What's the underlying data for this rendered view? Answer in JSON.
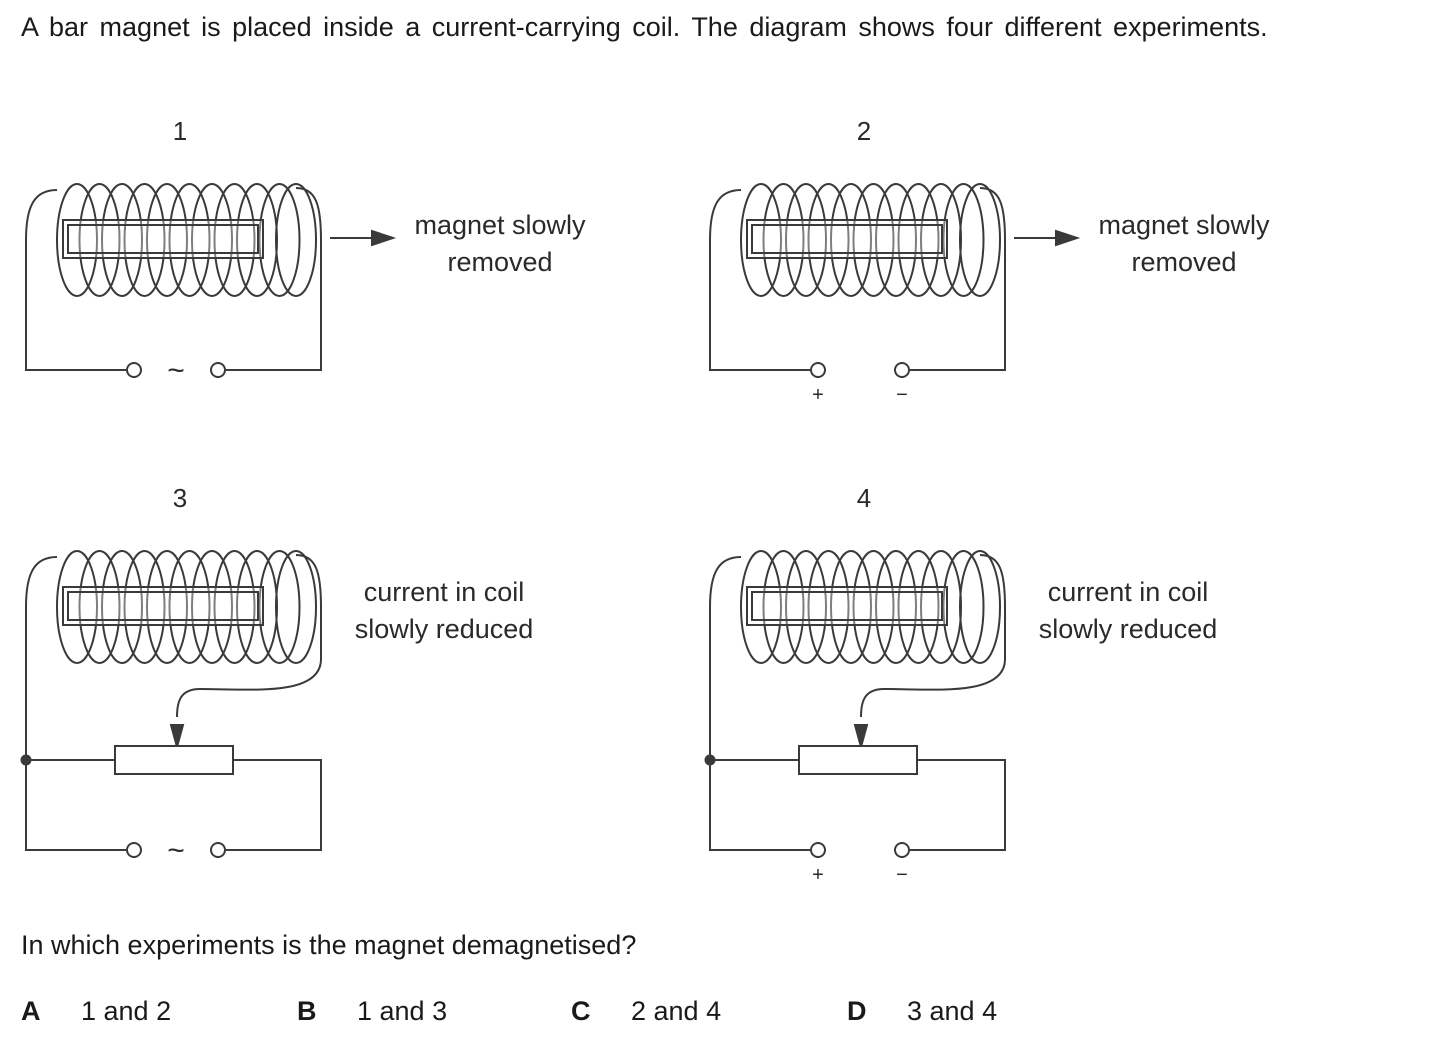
{
  "intro": "A bar magnet is placed inside a current-carrying coil. The diagram shows four different experiments.",
  "experiments": [
    {
      "number": "1",
      "supply": "ac",
      "rheostat": false,
      "caption_line1": "magnet slowly",
      "caption_line2": "removed",
      "arrow": true
    },
    {
      "number": "2",
      "supply": "dc",
      "rheostat": false,
      "caption_line1": "magnet slowly",
      "caption_line2": "removed",
      "arrow": true
    },
    {
      "number": "3",
      "supply": "ac",
      "rheostat": true,
      "caption_line1": "current in coil",
      "caption_line2": "slowly reduced",
      "arrow": false
    },
    {
      "number": "4",
      "supply": "dc",
      "rheostat": true,
      "caption_line1": "current in coil",
      "caption_line2": "slowly reduced",
      "arrow": false
    }
  ],
  "symbols": {
    "ac": "~",
    "plus": "+",
    "minus": "−"
  },
  "question": "In which experiments is the magnet demagnetised?",
  "options": [
    {
      "letter": "A",
      "text": "1 and 2"
    },
    {
      "letter": "B",
      "text": "1 and 3"
    },
    {
      "letter": "C",
      "text": "2 and 4"
    },
    {
      "letter": "D",
      "text": "3 and 4"
    }
  ]
}
